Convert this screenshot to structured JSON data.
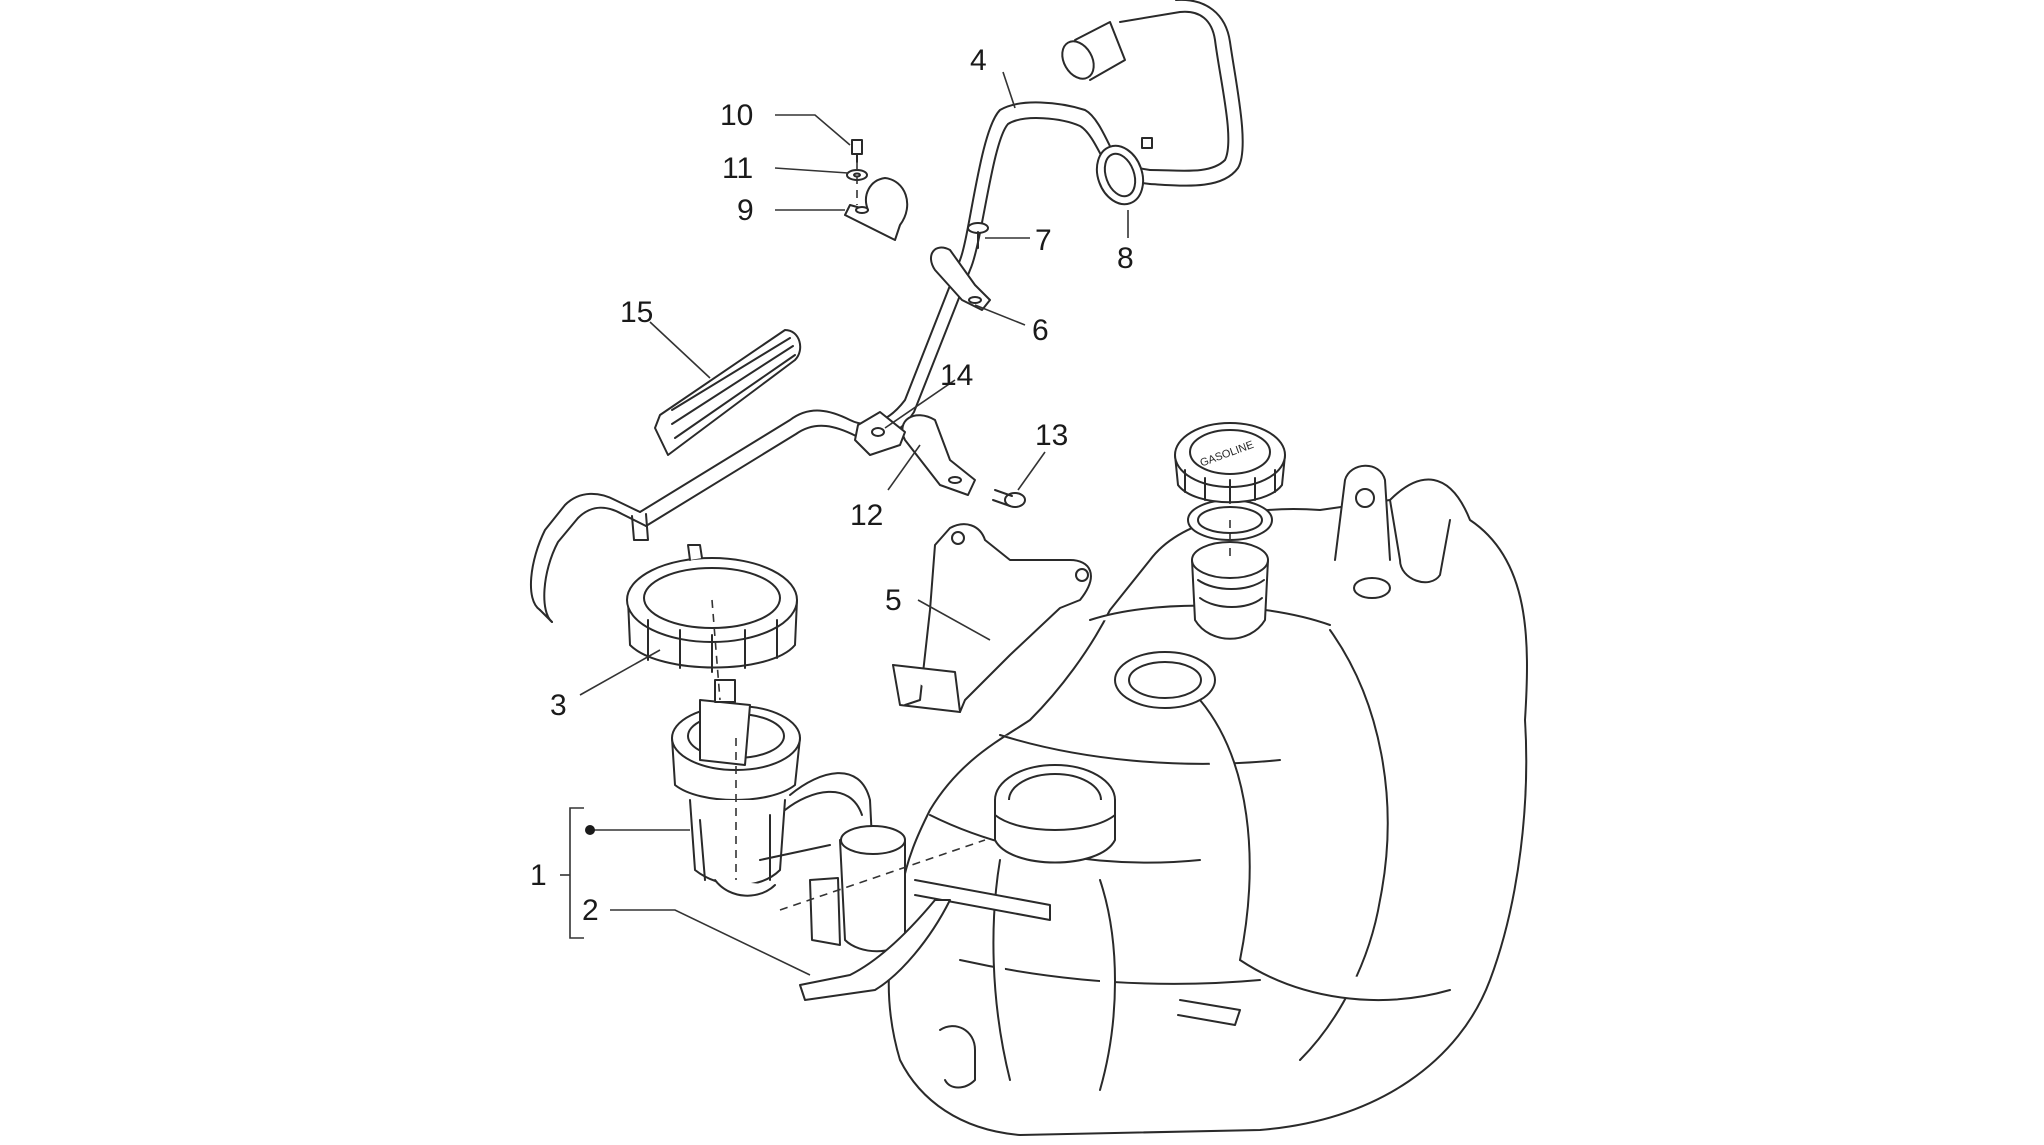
{
  "diagram": {
    "callouts": [
      {
        "id": "1",
        "text": "1"
      },
      {
        "id": "2",
        "text": "2"
      },
      {
        "id": "3",
        "text": "3"
      },
      {
        "id": "4",
        "text": "4"
      },
      {
        "id": "5",
        "text": "5"
      },
      {
        "id": "6",
        "text": "6"
      },
      {
        "id": "7",
        "text": "7"
      },
      {
        "id": "8",
        "text": "8"
      },
      {
        "id": "9",
        "text": "9"
      },
      {
        "id": "10",
        "text": "10"
      },
      {
        "id": "11",
        "text": "11"
      },
      {
        "id": "12",
        "text": "12"
      },
      {
        "id": "13",
        "text": "13"
      },
      {
        "id": "14",
        "text": "14"
      },
      {
        "id": "15",
        "text": "15"
      }
    ],
    "cap_label": "GASOLINE",
    "colors": {
      "line": "#2a2a2a",
      "background": "#ffffff"
    }
  }
}
